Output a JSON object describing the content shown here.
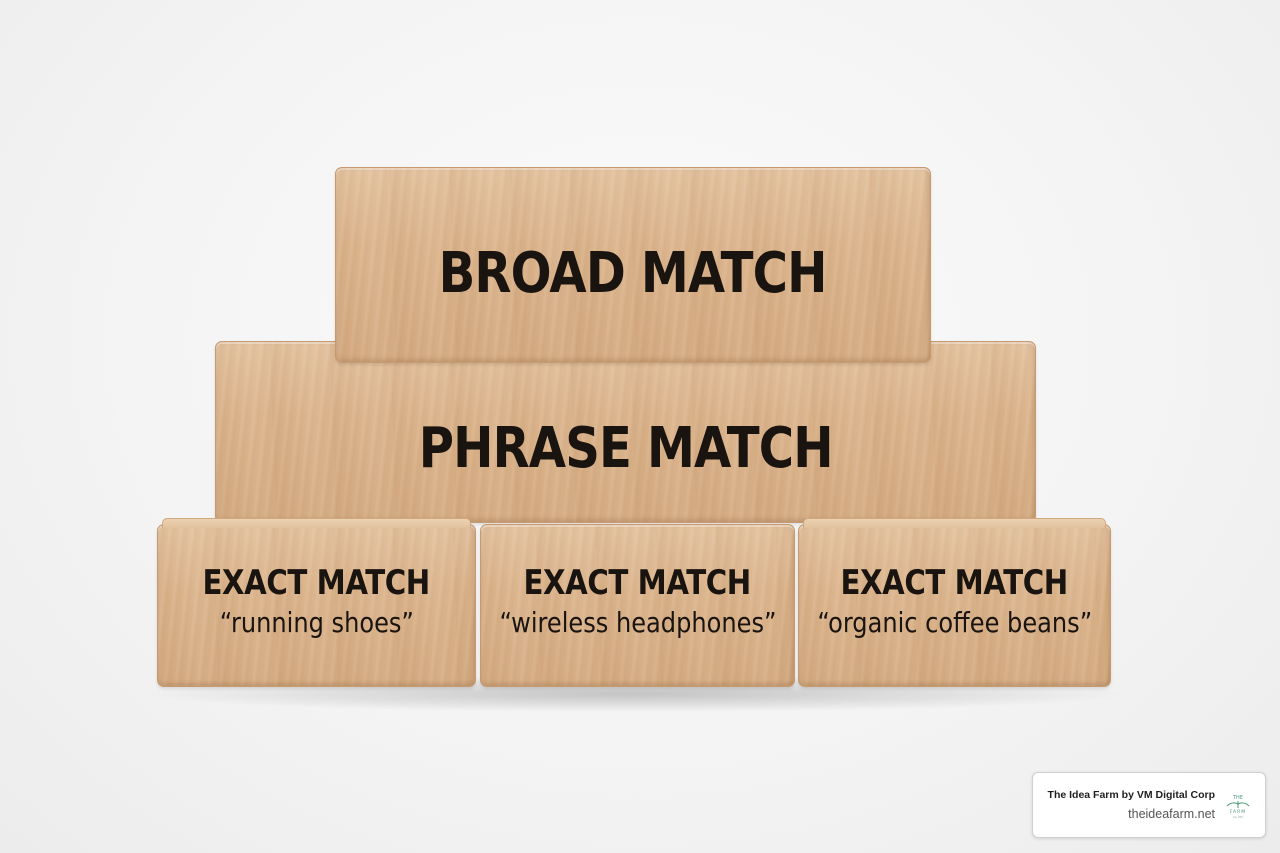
{
  "blocks": {
    "broad": {
      "label": "BROAD MATCH"
    },
    "phrase": {
      "label": "PHRASE MATCH"
    },
    "exact": [
      {
        "label": "EXACT MATCH",
        "keyword": "“running shoes”"
      },
      {
        "label": "EXACT MATCH",
        "keyword": "“wireless headphones”"
      },
      {
        "label": "EXACT MATCH",
        "keyword": "“organic coffee beans”"
      }
    ]
  },
  "watermark": {
    "name": "The Idea Farm by VM Digital Corp",
    "url": "theideafarm.net",
    "logo_icon": "farm-logo-icon"
  },
  "colors": {
    "wood": "#dcb58d",
    "text": "#1a1410",
    "background": "#f4f4f4",
    "logo_green": "#4a9a78"
  }
}
